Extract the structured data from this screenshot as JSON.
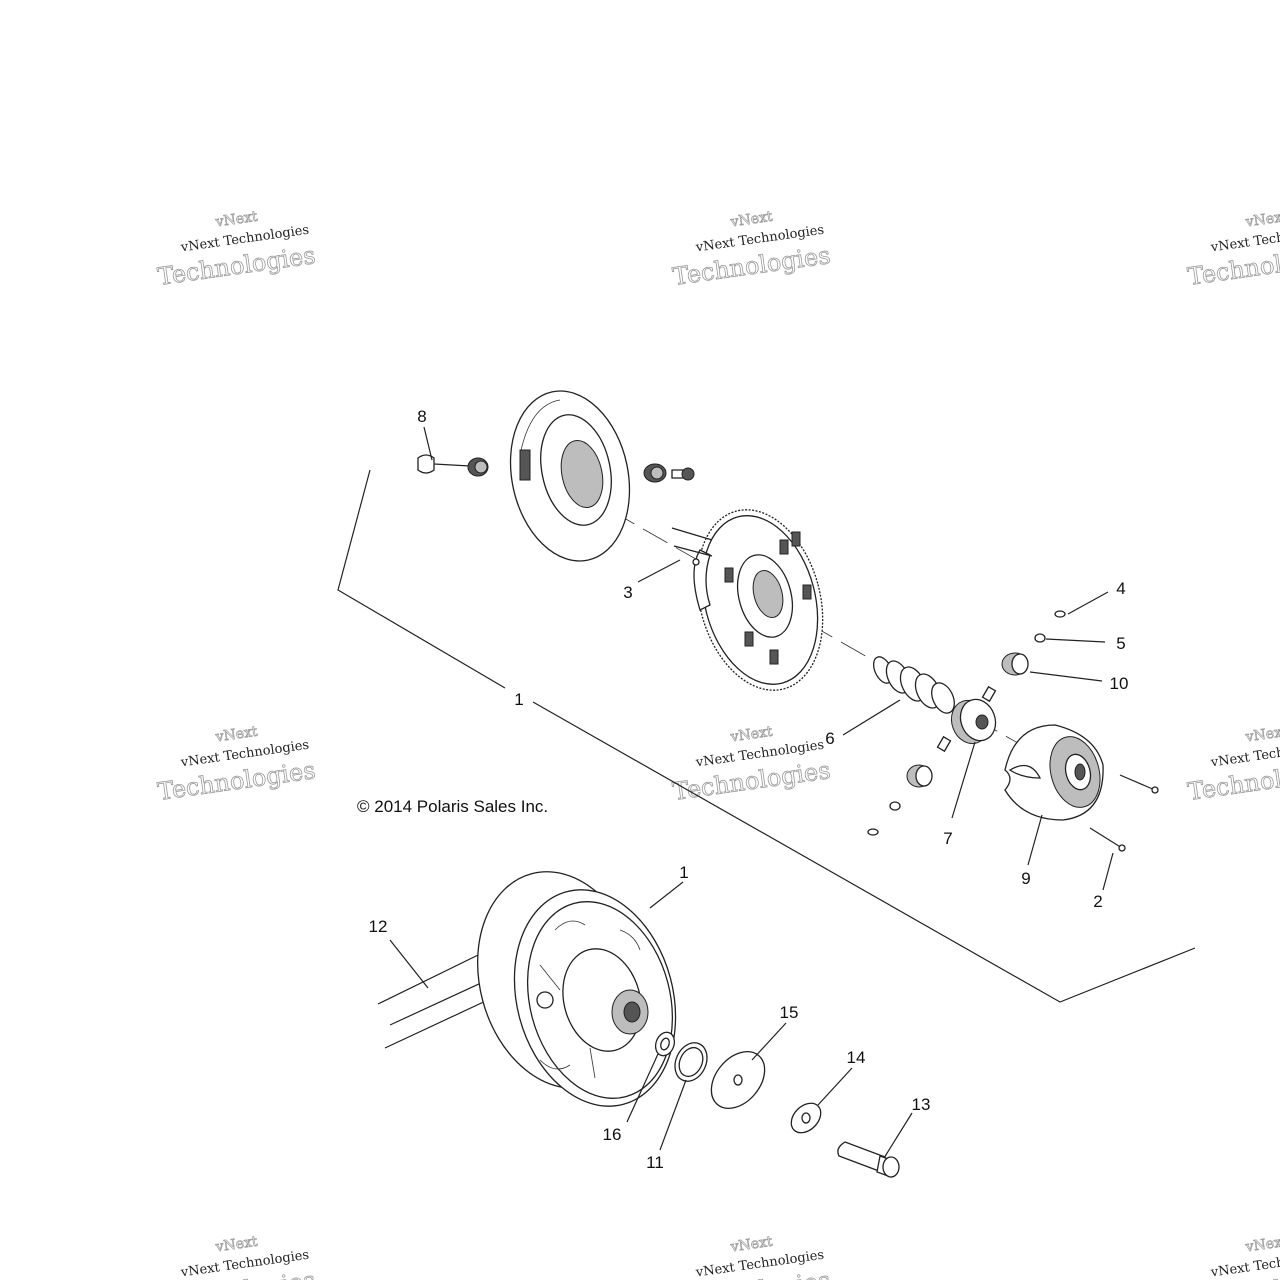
{
  "copyright": "© 2014 Polaris Sales Inc.",
  "watermark": {
    "line1": "vNext",
    "line2": "vNext Technologies",
    "line3": "Technologies"
  },
  "callouts": {
    "c1a": "1",
    "c1b": "1",
    "c2": "2",
    "c3": "3",
    "c4": "4",
    "c5": "5",
    "c6": "6",
    "c7": "7",
    "c8": "8",
    "c9": "9",
    "c10": "10",
    "c11": "11",
    "c12": "12",
    "c13": "13",
    "c14": "14",
    "c15": "15",
    "c16": "16"
  }
}
